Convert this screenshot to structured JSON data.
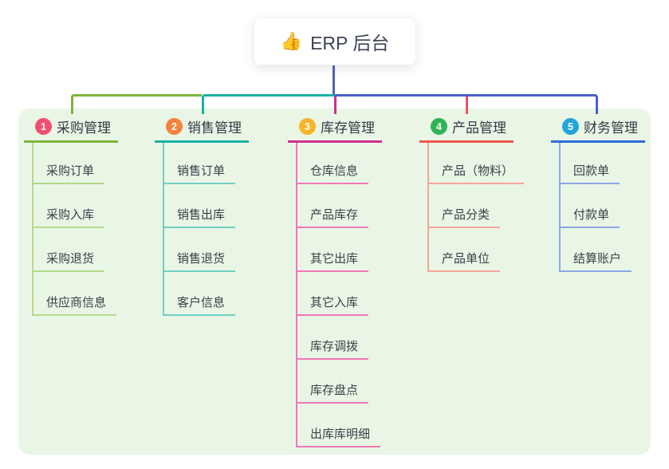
{
  "root": {
    "emoji": "👍",
    "label": "ERP 后台"
  },
  "panel": {
    "bg": "#eaf6e5"
  },
  "connectors": {
    "root_line": "#5561c1",
    "bus_right": "#4a5fc9"
  },
  "branches": [
    {
      "num": "1",
      "label": "采购管理",
      "badge": "#f0506e",
      "line": "#7db540",
      "light": "#b3d98b",
      "children": [
        "采购订单",
        "采购入库",
        "采购退货",
        "供应商信息"
      ]
    },
    {
      "num": "2",
      "label": "销售管理",
      "badge": "#f6813c",
      "line": "#17b2a3",
      "light": "#70cfc3",
      "children": [
        "销售订单",
        "销售出库",
        "销售退货",
        "客户信息"
      ]
    },
    {
      "num": "3",
      "label": "库存管理",
      "badge": "#f9b327",
      "line": "#cf2e92",
      "light": "#f078b5",
      "children": [
        "仓库信息",
        "产品库存",
        "其它出库",
        "其它入库",
        "库存调拨",
        "库存盘点",
        "出库库明细"
      ]
    },
    {
      "num": "4",
      "label": "产品管理",
      "badge": "#30b356",
      "line": "#f0564c",
      "light": "#f8a49a",
      "drop": "#ec5169",
      "children": [
        "产品（物料）",
        "产品分类",
        "产品单位"
      ]
    },
    {
      "num": "5",
      "label": "财务管理",
      "badge": "#22a5d9",
      "line": "#2d6cd9",
      "light": "#8aa6e4",
      "children": [
        "回款单",
        "付款单",
        "结算账户"
      ]
    }
  ]
}
